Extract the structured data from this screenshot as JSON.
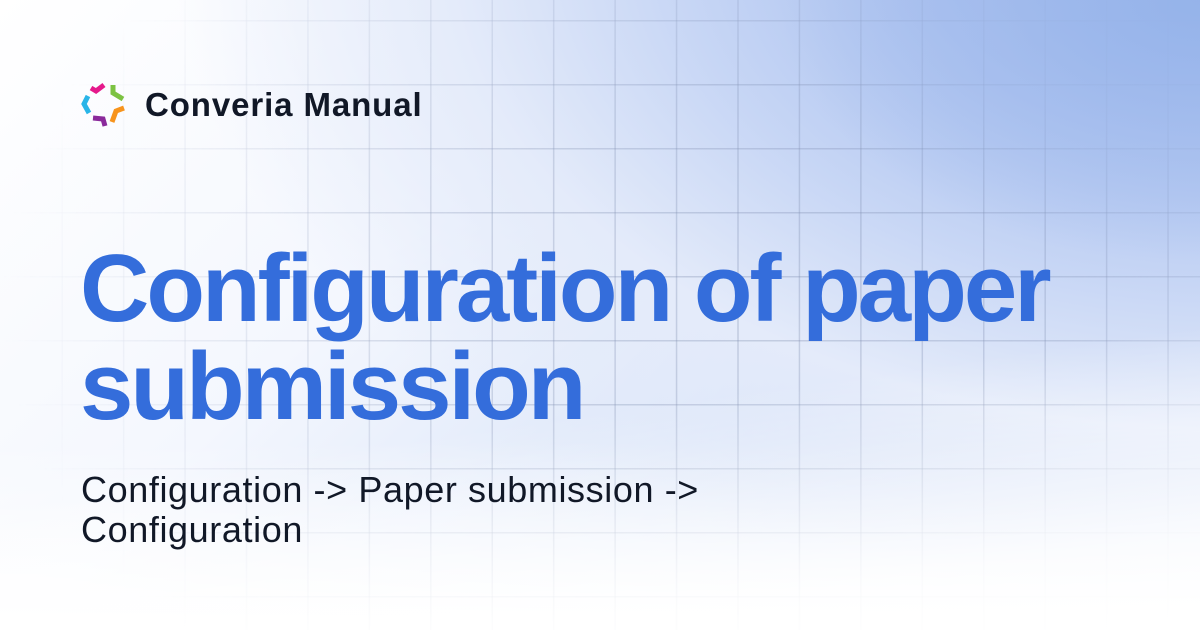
{
  "brand": {
    "name": "Converia Manual",
    "logo_icon": "converia-star-logo",
    "logo_colors": {
      "magenta": "#e5198b",
      "green": "#7cc242",
      "cyan": "#29b5e8",
      "orange": "#f7941d",
      "purple": "#8a2a9b"
    }
  },
  "page": {
    "title": "Configuration of paper submission",
    "breadcrumb": "Configuration -> Paper submission -> Configuration"
  },
  "colors": {
    "title": "#346ddb",
    "text": "#111827",
    "background_accent": "#93b1ea"
  }
}
